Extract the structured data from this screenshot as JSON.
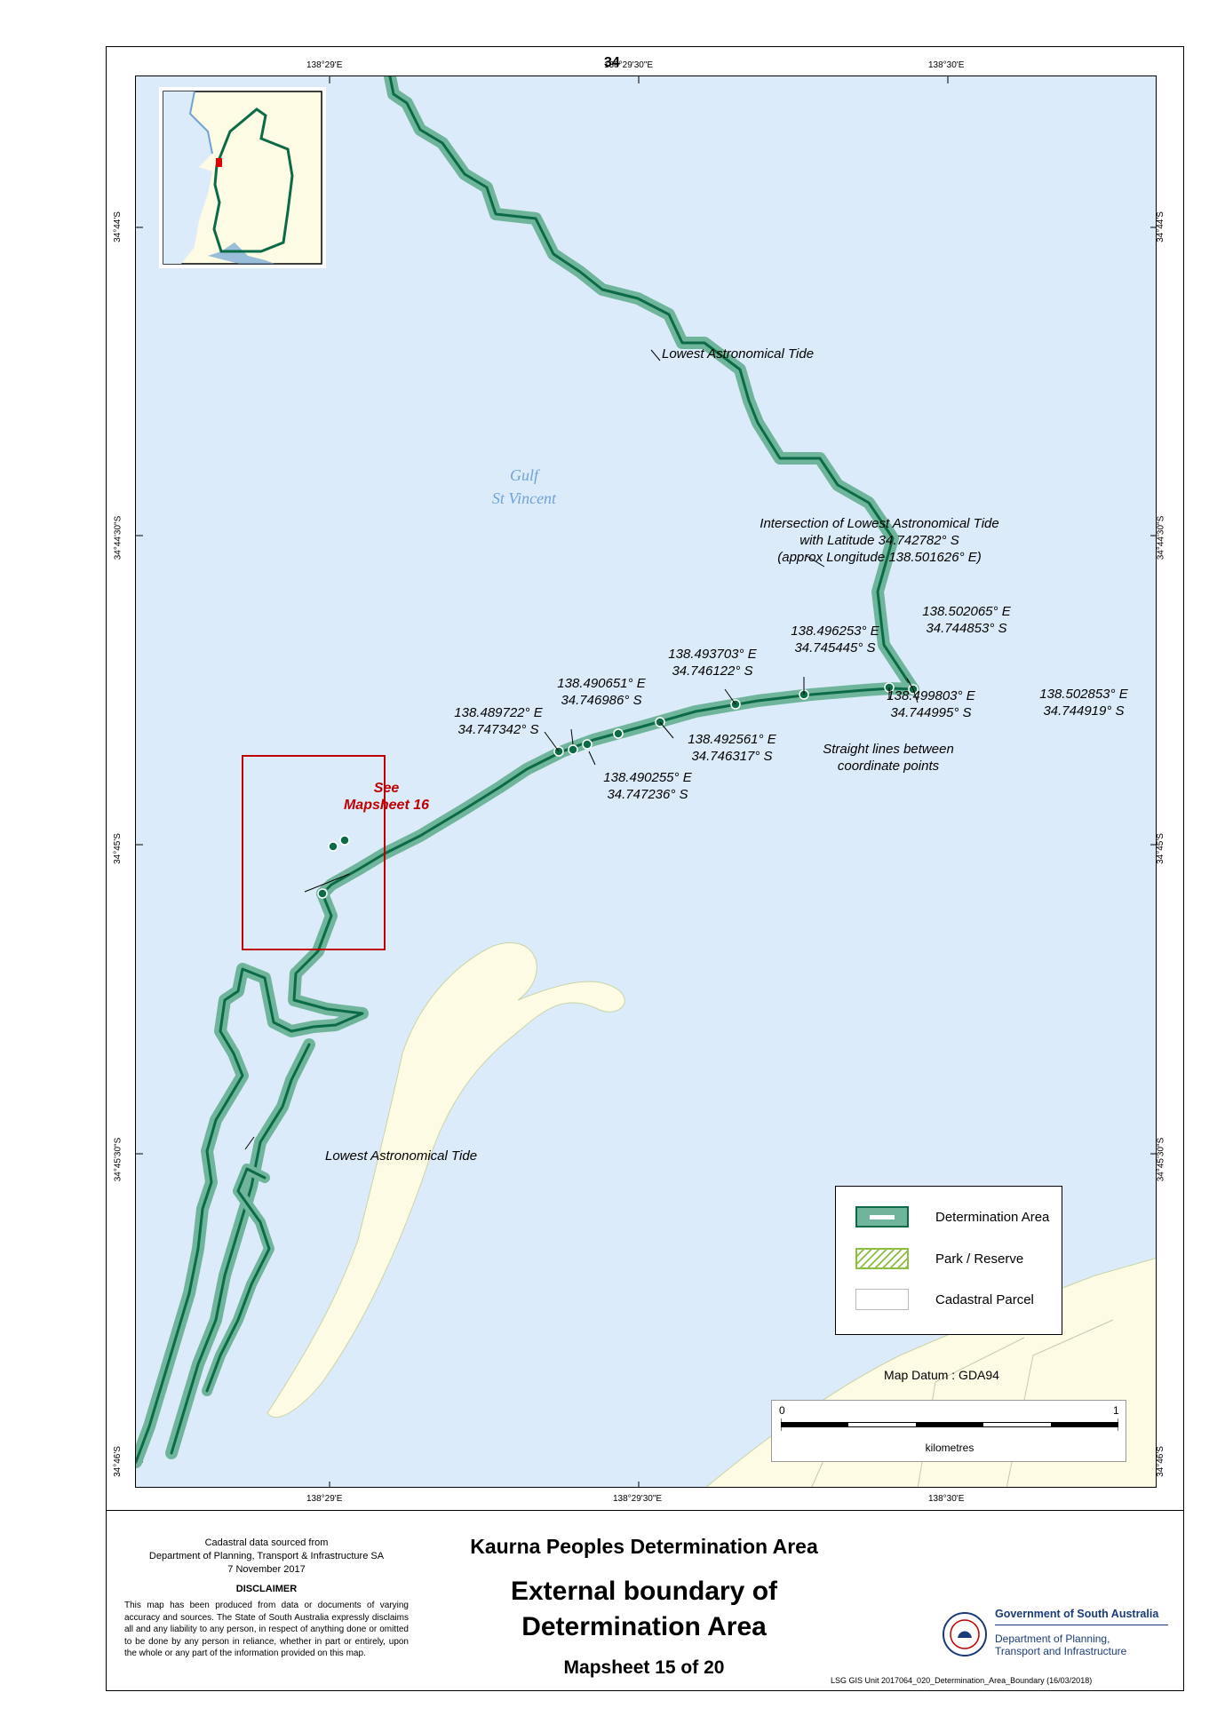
{
  "page": {
    "number_label": "34"
  },
  "graticule": {
    "top": [
      "138°29'E",
      "138°29'30\"E",
      "138°30'E"
    ],
    "bottom": [
      "138°29'E",
      "138°29'30\"E",
      "138°30'E"
    ],
    "left": [
      "34°44'S",
      "34°44'30\"S",
      "34°45'S",
      "34°45'30\"S",
      "34°46'S"
    ],
    "right": [
      "34°44'S",
      "34°44'30\"S",
      "34°45'S",
      "34°45'30\"S",
      "34°46'S"
    ]
  },
  "labels": {
    "lat_top": "Lowest Astronomical Tide",
    "lat_bottom": "Lowest Astronomical Tide",
    "gulf_1": "Gulf",
    "gulf_2": "St Vincent",
    "intersection_1": "Intersection of Lowest Astronomical Tide",
    "intersection_2": "with Latitude 34.742782° S",
    "intersection_3": "(approx Longitude 138.501626° E)",
    "straight_1": "Straight lines between",
    "straight_2": "coordinate points",
    "see_1": "See",
    "see_2": "Mapsheet 16"
  },
  "points": [
    {
      "lon": "138.489722° E",
      "lat": "34.747342° S"
    },
    {
      "lon": "138.490651° E",
      "lat": "34.746986° S"
    },
    {
      "lon": "138.493703° E",
      "lat": "34.746122° S"
    },
    {
      "lon": "138.496253° E",
      "lat": "34.745445° S"
    },
    {
      "lon": "138.502065° E",
      "lat": "34.744853° S"
    },
    {
      "lon": "138.502853° E",
      "lat": "34.744919° S"
    },
    {
      "lon": "138.499803° E",
      "lat": "34.744995° S"
    },
    {
      "lon": "138.492561° E",
      "lat": "34.746317° S"
    },
    {
      "lon": "138.490255° E",
      "lat": "34.747236° S"
    }
  ],
  "legend": {
    "items": [
      {
        "label": "Determination Area"
      },
      {
        "label": "Park / Reserve"
      },
      {
        "label": "Cadastral Parcel"
      }
    ]
  },
  "scale": {
    "datum": "Map Datum : GDA94",
    "start": "0",
    "end": "1",
    "unit": "kilometres"
  },
  "footer": {
    "source_1": "Cadastral data sourced from",
    "source_2": "Department of Planning, Transport & Infrastructure SA",
    "source_3": "7 November 2017",
    "disclaimer_title": "DISCLAIMER",
    "disclaimer_body": "This map has been produced from data or documents of varying accuracy and sources. The State of South Australia expressly disclaims all and any liability to any person, in respect of anything done or omitted to be done by any person in reliance, whether in part or entirely, upon the whole or any part of the information provided on this map.",
    "title_1": "Kaurna Peoples Determination Area",
    "title_2a": "External boundary of",
    "title_2b": "Determination Area",
    "title_3": "Mapsheet 15 of 20",
    "gov_name": "Government of South Australia",
    "gov_dept_1": "Department of Planning,",
    "gov_dept_2": "Transport and Infrastructure",
    "credit": "LSG GIS Unit  2017064_020_Determination_Area_Boundary  (16/03/2018)"
  },
  "colors": {
    "sea": "#dcebf9",
    "land": "#fdfbe3",
    "boundary_outer": "#6fb59b",
    "boundary_inner": "#0b6b46",
    "mapsheet_box": "#c00000",
    "inset_marker": "#e00000"
  }
}
